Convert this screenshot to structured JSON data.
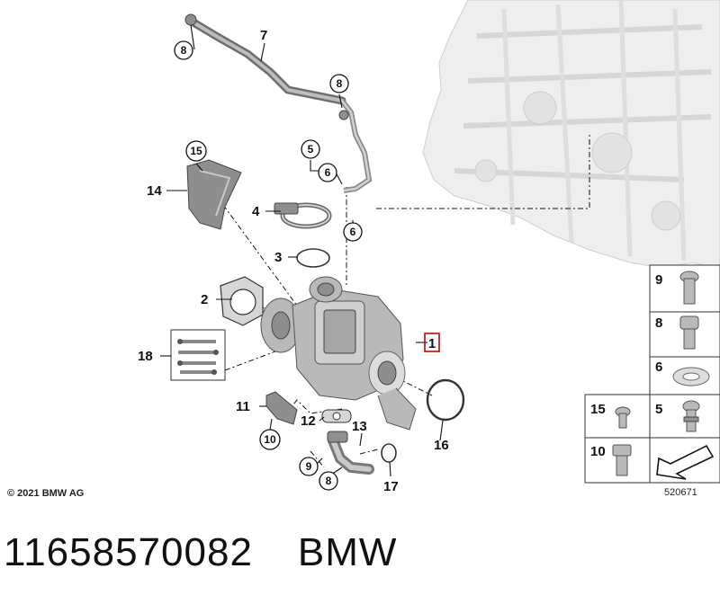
{
  "diagram": {
    "callouts": [
      {
        "id": "c1",
        "label": "1",
        "highlighted": true
      },
      {
        "id": "c2",
        "label": "2"
      },
      {
        "id": "c3",
        "label": "3"
      },
      {
        "id": "c4",
        "label": "4"
      },
      {
        "id": "c5",
        "label": "5",
        "circled": true
      },
      {
        "id": "c6a",
        "label": "6",
        "circled": true
      },
      {
        "id": "c6b",
        "label": "6",
        "circled": true
      },
      {
        "id": "c7",
        "label": "7"
      },
      {
        "id": "c8a",
        "label": "8",
        "circled": true
      },
      {
        "id": "c8b",
        "label": "8",
        "circled": true
      },
      {
        "id": "c8c",
        "label": "8",
        "circled": true
      },
      {
        "id": "c9",
        "label": "9",
        "circled": true
      },
      {
        "id": "c10",
        "label": "10",
        "circled": true
      },
      {
        "id": "c11",
        "label": "11"
      },
      {
        "id": "c12",
        "label": "12"
      },
      {
        "id": "c13",
        "label": "13"
      },
      {
        "id": "c14",
        "label": "14"
      },
      {
        "id": "c15",
        "label": "15",
        "circled": true
      },
      {
        "id": "c16",
        "label": "16"
      },
      {
        "id": "c17",
        "label": "17"
      },
      {
        "id": "c18",
        "label": "18"
      }
    ],
    "highlight_color": "#cc0000"
  },
  "legend": {
    "cells": [
      {
        "label": "9",
        "icon": "bolt-icon"
      },
      {
        "label": "8",
        "icon": "hollow-bolt-icon"
      },
      {
        "label": "6",
        "icon": "washer-icon"
      },
      {
        "label": "15",
        "icon": "small-bolt-icon"
      },
      {
        "label": "5",
        "icon": "banjo-bolt-icon"
      },
      {
        "label": "10",
        "icon": "hex-bolt-icon"
      },
      {
        "label": "",
        "icon": "direction-arrow-icon"
      }
    ]
  },
  "copyright": "© 2021 BMW AG",
  "reference_number": "520671",
  "part_number": "11658570082",
  "brand": "BMW"
}
